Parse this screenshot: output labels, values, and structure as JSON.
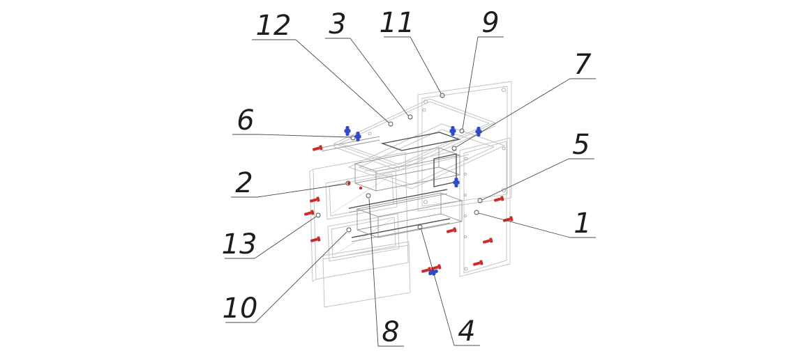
{
  "diagram": {
    "type": "exploded-view-technical-drawing",
    "subject": "two-drawer cabinet assembly",
    "part_numbers": [
      "12",
      "3",
      "11",
      "9",
      "7",
      "6",
      "2",
      "5",
      "1",
      "13",
      "10",
      "8",
      "4"
    ],
    "colors": {
      "background": "#ffffff",
      "line_light": "#c4c4c4",
      "line_medium": "#9a9a9a",
      "line_dark": "#4f4f4f",
      "leader": "#4a4a4a",
      "label_text": "#1d1d1d",
      "fastener_red": "#cc2b2b",
      "fastener_blue": "#2f4bc9"
    }
  }
}
